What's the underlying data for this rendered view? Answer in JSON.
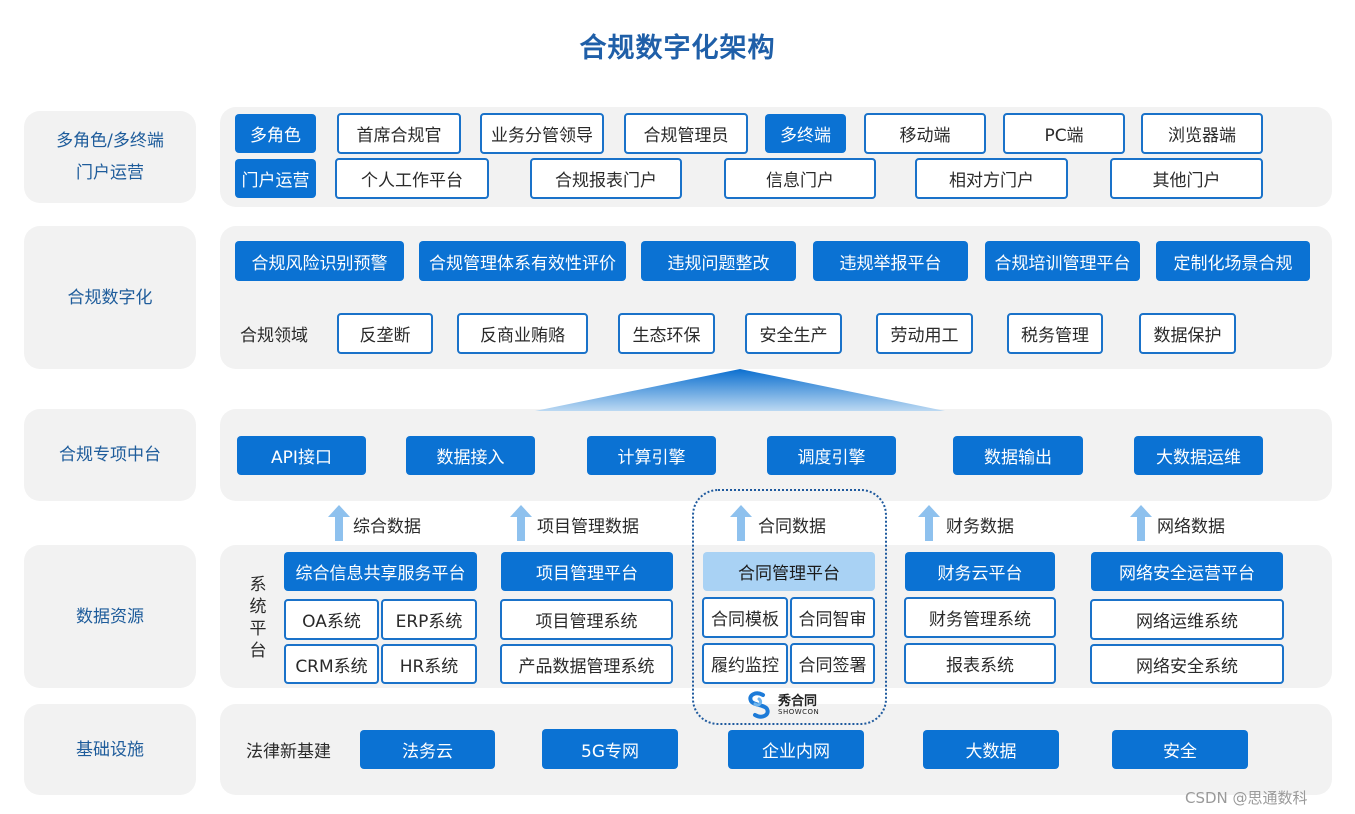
{
  "title": "合规数字化架构",
  "rows": {
    "portal": {
      "label": "多角色/多终端\n门户运营",
      "row1": [
        "多角色",
        "首席合规官",
        "业务分管领导",
        "合规管理员",
        "多终端",
        "移动端",
        "PC端",
        "浏览器端"
      ],
      "row2": [
        "门户运营",
        "个人工作平台",
        "合规报表门户",
        "信息门户",
        "相对方门户",
        "其他门户"
      ]
    },
    "digital": {
      "label": "合规数字化",
      "top": [
        "合规风险识别预警",
        "合规管理体系有效性评价",
        "违规问题整改",
        "违规举报平台",
        "合规培训管理平台",
        "定制化场景合规"
      ],
      "domain_label": "合规领域",
      "domains": [
        "反垄断",
        "反商业贿赂",
        "生态环保",
        "安全生产",
        "劳动用工",
        "税务管理",
        "数据保护"
      ]
    },
    "middle": {
      "label": "合规专项中台",
      "items": [
        "API接口",
        "数据接入",
        "计算引擎",
        "调度引擎",
        "数据输出",
        "大数据运维"
      ]
    },
    "flows": [
      "综合数据",
      "项目管理数据",
      "合同数据",
      "财务数据",
      "网络数据"
    ],
    "data": {
      "label": "数据资源",
      "vertical": "系\n统\n平\n台",
      "g1": {
        "head": "综合信息共享服务平台",
        "items": [
          "OA系统",
          "ERP系统",
          "CRM系统",
          "HR系统"
        ]
      },
      "g2": {
        "head": "项目管理平台",
        "items": [
          "项目管理系统",
          "产品数据管理系统"
        ]
      },
      "g3": {
        "head": "合同管理平台",
        "items": [
          "合同模板",
          "合同智审",
          "履约监控",
          "合同签署"
        ]
      },
      "g4": {
        "head": "财务云平台",
        "items": [
          "财务管理系统",
          "报表系统"
        ]
      },
      "g5": {
        "head": "网络安全运营平台",
        "items": [
          "网络运维系统",
          "网络安全系统"
        ]
      },
      "logo": {
        "name": "秀合同",
        "sub": "SHOWCON"
      }
    },
    "infra": {
      "label": "基础设施",
      "prefix": "法律新基建",
      "items": [
        "法务云",
        "5G专网",
        "企业内网",
        "大数据",
        "安全"
      ]
    }
  },
  "watermark": "CSDN @思通数科",
  "colors": {
    "primary": "#0b72d3",
    "light": "#a9d2f4",
    "panel": "#f2f2f2",
    "title": "#1f5fa8"
  },
  "icons": {
    "arrow": "up-arrow-icon",
    "logo": "showcon-logo-icon"
  }
}
